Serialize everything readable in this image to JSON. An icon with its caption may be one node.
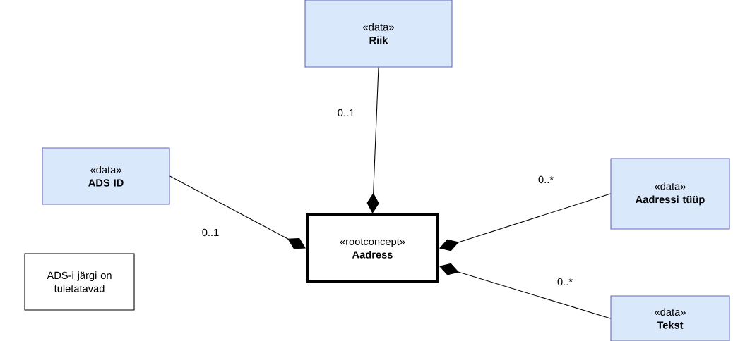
{
  "diagram": {
    "nodes": [
      {
        "text": [
          "«data»",
          "Riik"
        ]
      },
      {
        "text": [
          "«data»",
          "ADS ID"
        ]
      },
      {
        "text": [
          "«data»",
          "Aadressi tüüp"
        ]
      },
      {
        "text": [
          "«rootconcept»",
          "Aadress"
        ]
      },
      {
        "text": [
          "ADS-i järgi on tuletatavad"
        ]
      },
      {
        "text": [
          "«data»",
          "Tekst"
        ]
      }
    ],
    "edges": [
      {
        "from": 0,
        "to": 3,
        "arrow": "other",
        "label": "0..1"
      },
      {
        "from": 1,
        "to": 3,
        "arrow": "other",
        "label": "0..1"
      },
      {
        "from": 2,
        "to": 3,
        "arrow": "other",
        "label": "0..*"
      },
      {
        "from": 5,
        "to": 3,
        "arrow": "other",
        "label": "0..*"
      }
    ]
  }
}
